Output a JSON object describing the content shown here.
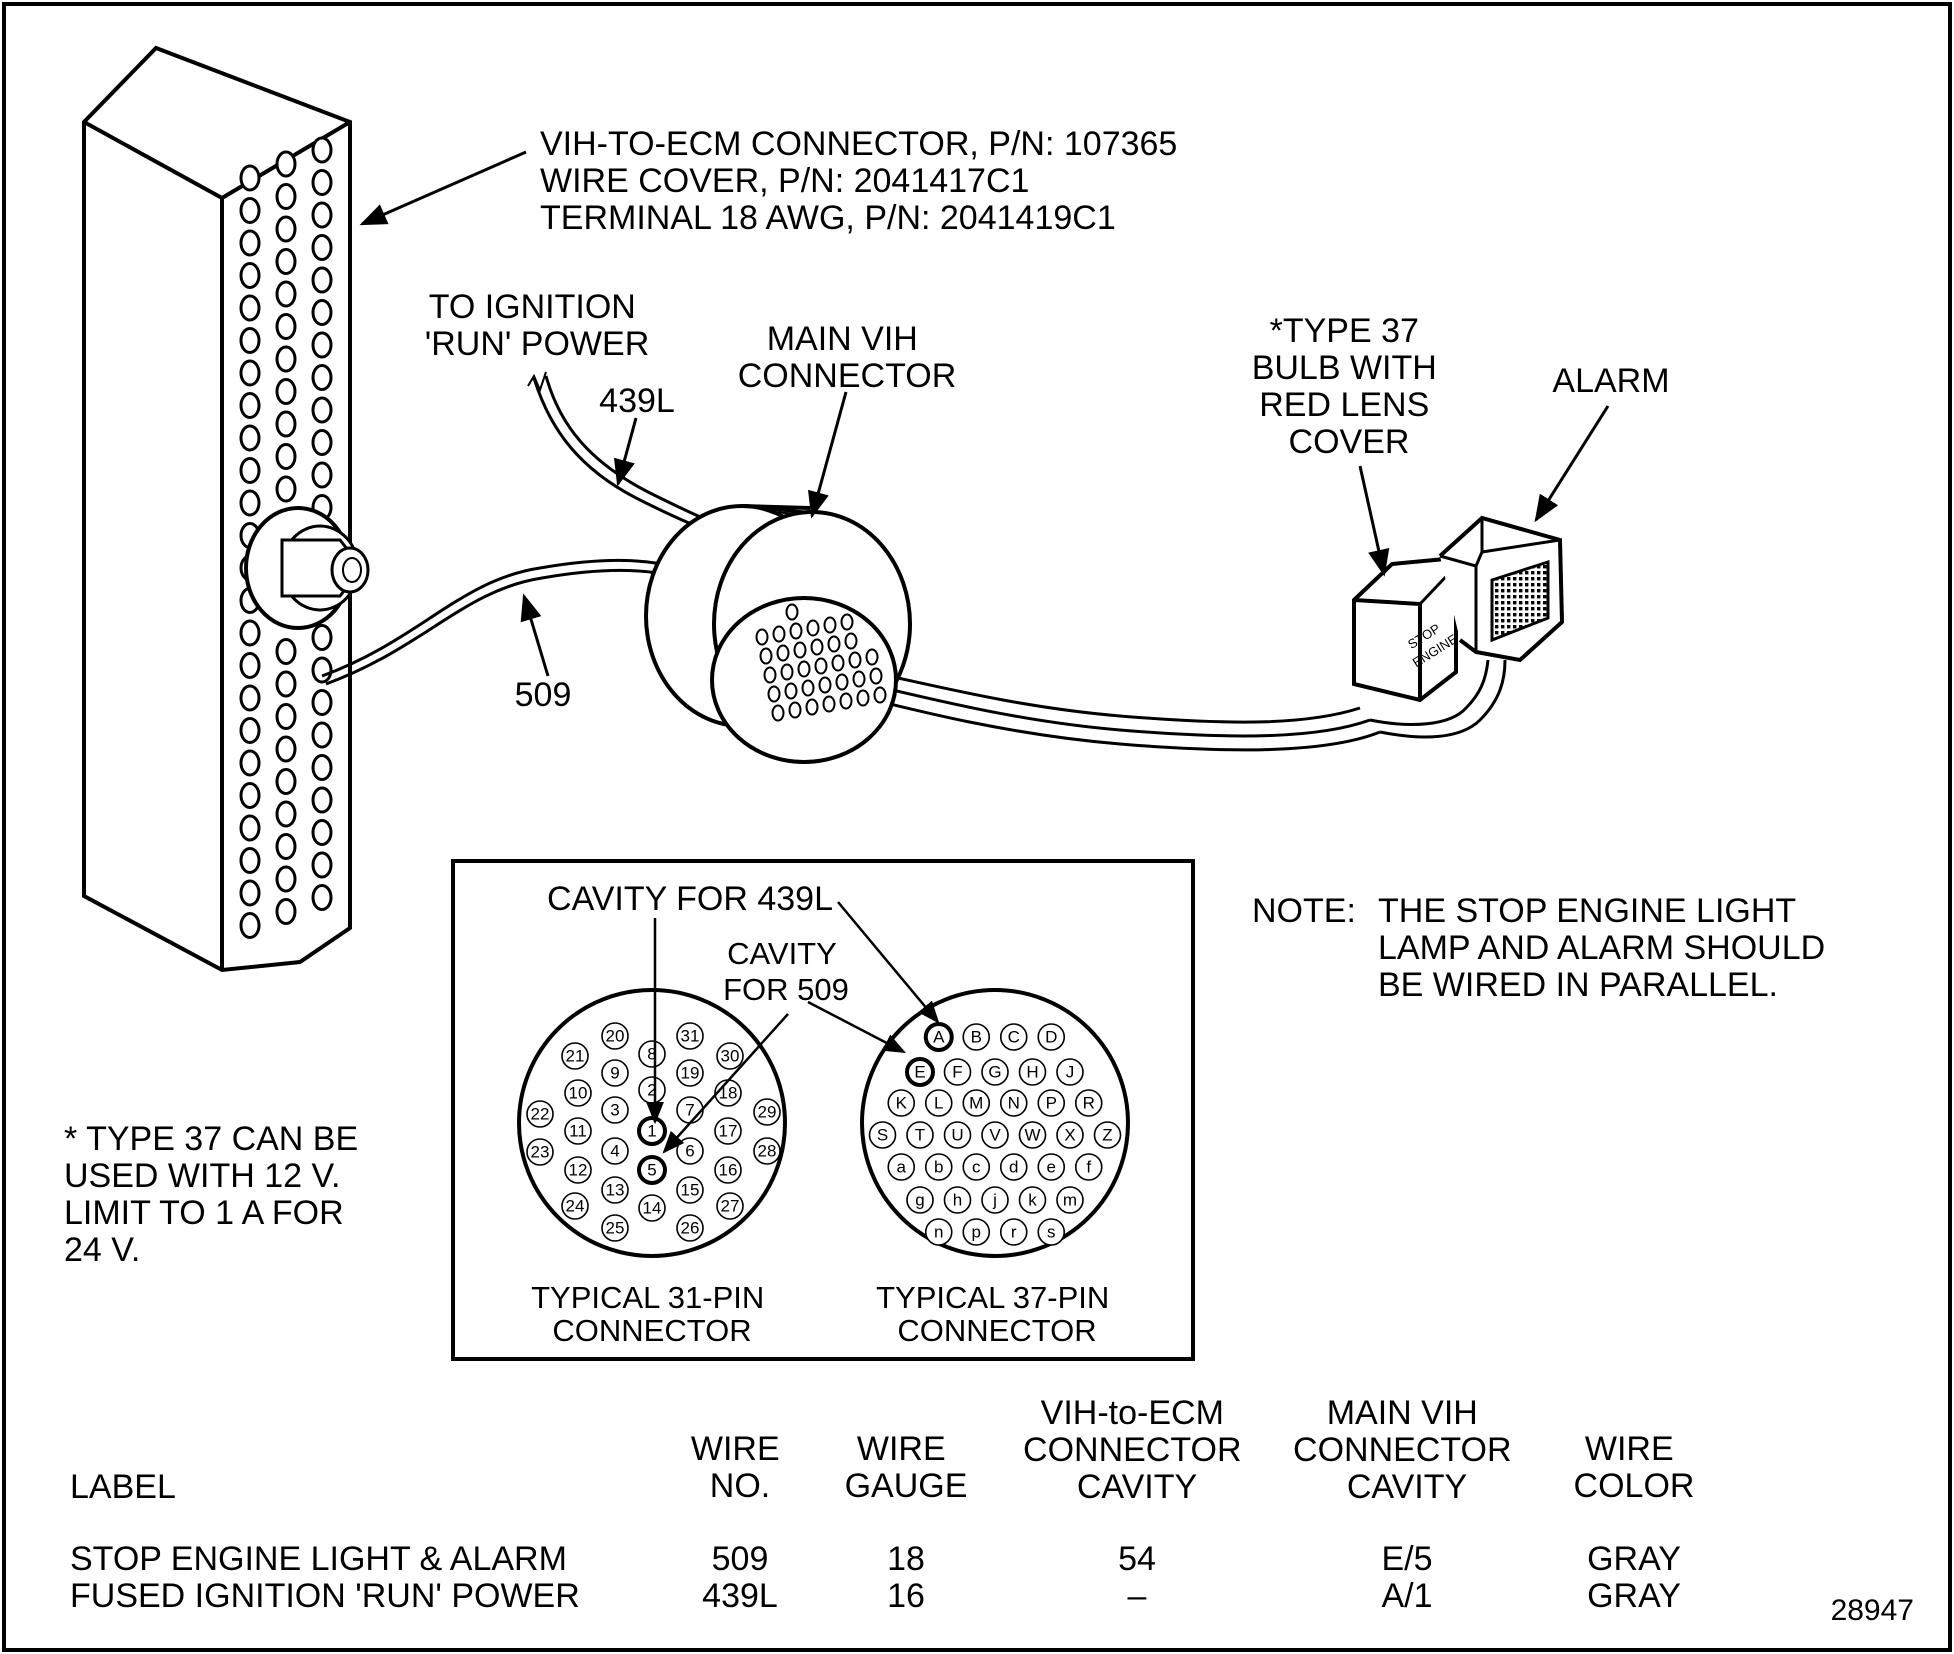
{
  "callouts": {
    "vih_ecm": [
      "VIH-TO-ECM CONNECTOR, P/N: 107365",
      "WIRE COVER, P/N: 2041417C1",
      "TERMINAL 18 AWG, P/N: 2041419C1"
    ],
    "ignition": [
      "TO IGNITION",
      "'RUN' POWER"
    ],
    "wire_439l": "439L",
    "main_vih": [
      "MAIN VIH",
      "CONNECTOR"
    ],
    "type37": [
      "*TYPE 37",
      "BULB WITH",
      "RED LENS",
      "COVER"
    ],
    "alarm": "ALARM",
    "wire_509": "509",
    "stop_engine": [
      "STOP",
      "ENGINE"
    ]
  },
  "inset": {
    "cavity_439l": "CAVITY FOR 439L",
    "cavity_509": [
      "CAVITY",
      "FOR 509"
    ],
    "c31_caption": [
      "TYPICAL 31-PIN",
      "CONNECTOR"
    ],
    "c37_caption": [
      "TYPICAL 37-PIN",
      "CONNECTOR"
    ],
    "pins31": [
      "1",
      "2",
      "3",
      "4",
      "5",
      "6",
      "7",
      "8",
      "9",
      "10",
      "11",
      "12",
      "13",
      "14",
      "15",
      "16",
      "17",
      "18",
      "19",
      "20",
      "21",
      "22",
      "23",
      "24",
      "25",
      "26",
      "27",
      "28",
      "29",
      "30",
      "31"
    ],
    "pins37": [
      [
        "A",
        "B",
        "C",
        "D"
      ],
      [
        "E",
        "F",
        "G",
        "H",
        "J"
      ],
      [
        "K",
        "L",
        "M",
        "N",
        "P",
        "R"
      ],
      [
        "S",
        "T",
        "U",
        "V",
        "W",
        "X",
        "Z"
      ],
      [
        "a",
        "b",
        "c",
        "d",
        "e",
        "f"
      ],
      [
        "g",
        "h",
        "j",
        "k",
        "m"
      ],
      [
        "n",
        "p",
        "r",
        "s"
      ]
    ]
  },
  "note": [
    "NOTE:",
    "THE STOP ENGINE LIGHT",
    "LAMP AND ALARM SHOULD",
    "BE WIRED IN PARALLEL."
  ],
  "footnote": [
    "* TYPE 37 CAN BE",
    "USED WITH 12 V.",
    "LIMIT TO 1 A FOR",
    "24 V."
  ],
  "table": {
    "headers": {
      "label": "LABEL",
      "wire_no": [
        "WIRE",
        "NO."
      ],
      "gauge": [
        "WIRE",
        "GAUGE"
      ],
      "ecm_cavity": [
        "VIH-to-ECM",
        "CONNECTOR",
        "CAVITY"
      ],
      "main_cavity": [
        "MAIN VIH",
        "CONNECTOR",
        "CAVITY"
      ],
      "color": [
        "WIRE",
        "COLOR"
      ]
    },
    "rows": [
      {
        "label": "STOP ENGINE LIGHT & ALARM",
        "wire_no": "509",
        "gauge": "18",
        "ecm_cavity": "54",
        "main_cavity": "E/5",
        "color": "GRAY"
      },
      {
        "label": "FUSED IGNITION 'RUN' POWER",
        "wire_no": "439L",
        "gauge": "16",
        "ecm_cavity": "–",
        "main_cavity": "A/1",
        "color": "GRAY"
      }
    ]
  },
  "figure_number": "28947"
}
